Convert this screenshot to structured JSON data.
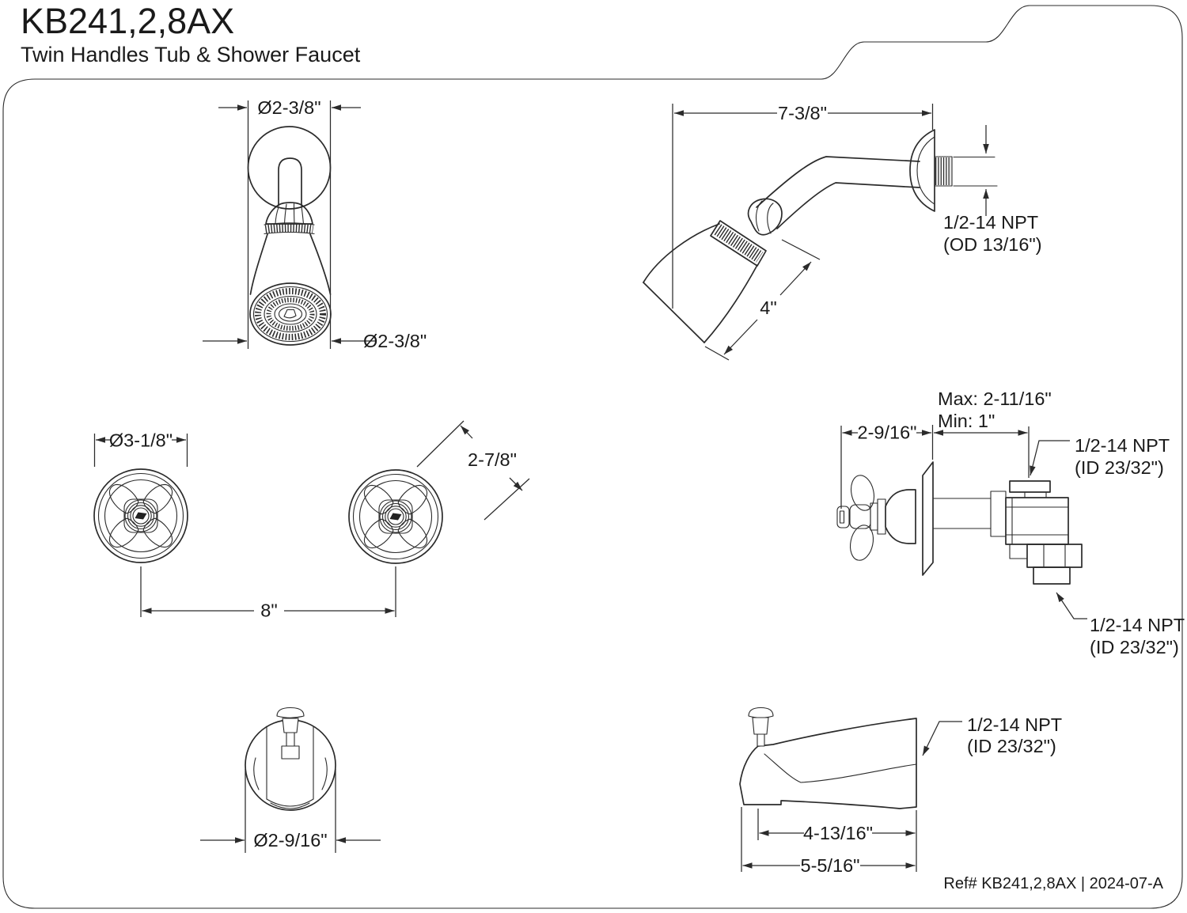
{
  "page": {
    "title": "KB241,2,8AX",
    "subtitle": "Twin Handles Tub & Shower Faucet",
    "footer_ref": "Ref# KB241,2,8AX | 2024-07-A"
  },
  "colors": {
    "line": "#2b2b2b",
    "text": "#1a1a1a",
    "background": "#ffffff"
  },
  "drawings": {
    "showerhead_front": {
      "dim_top_diameter": "Ø2-3/8\"",
      "dim_bottom_diameter": "Ø2-3/8\""
    },
    "showerhead_side": {
      "dim_arm_length": "7-3/8\"",
      "dim_head_face": "4\"",
      "thread_note_line1": "1/2-14 NPT",
      "thread_note_line2": "(OD 13/16\")"
    },
    "handles_front": {
      "dim_handle_diameter": "Ø3-1/8\"",
      "dim_cross_width": "2-7/8\"",
      "dim_center_spacing": "8\""
    },
    "valve_side": {
      "dim_handle_depth": "2-9/16\"",
      "dim_wall_max": "Max: 2-11/16\"",
      "dim_wall_min": "Min: 1\"",
      "thread_top_line1": "1/2-14 NPT",
      "thread_top_line2": "(ID 23/32\")",
      "thread_bottom_line1": "1/2-14 NPT",
      "thread_bottom_line2": "(ID 23/32\")"
    },
    "spout_front": {
      "dim_diameter": "Ø2-9/16\""
    },
    "spout_side": {
      "thread_note_line1": "1/2-14 NPT",
      "thread_note_line2": "(ID 23/32\")",
      "dim_spout_reach": "4-13/16\"",
      "dim_overall_length": "5-5/16\""
    }
  }
}
